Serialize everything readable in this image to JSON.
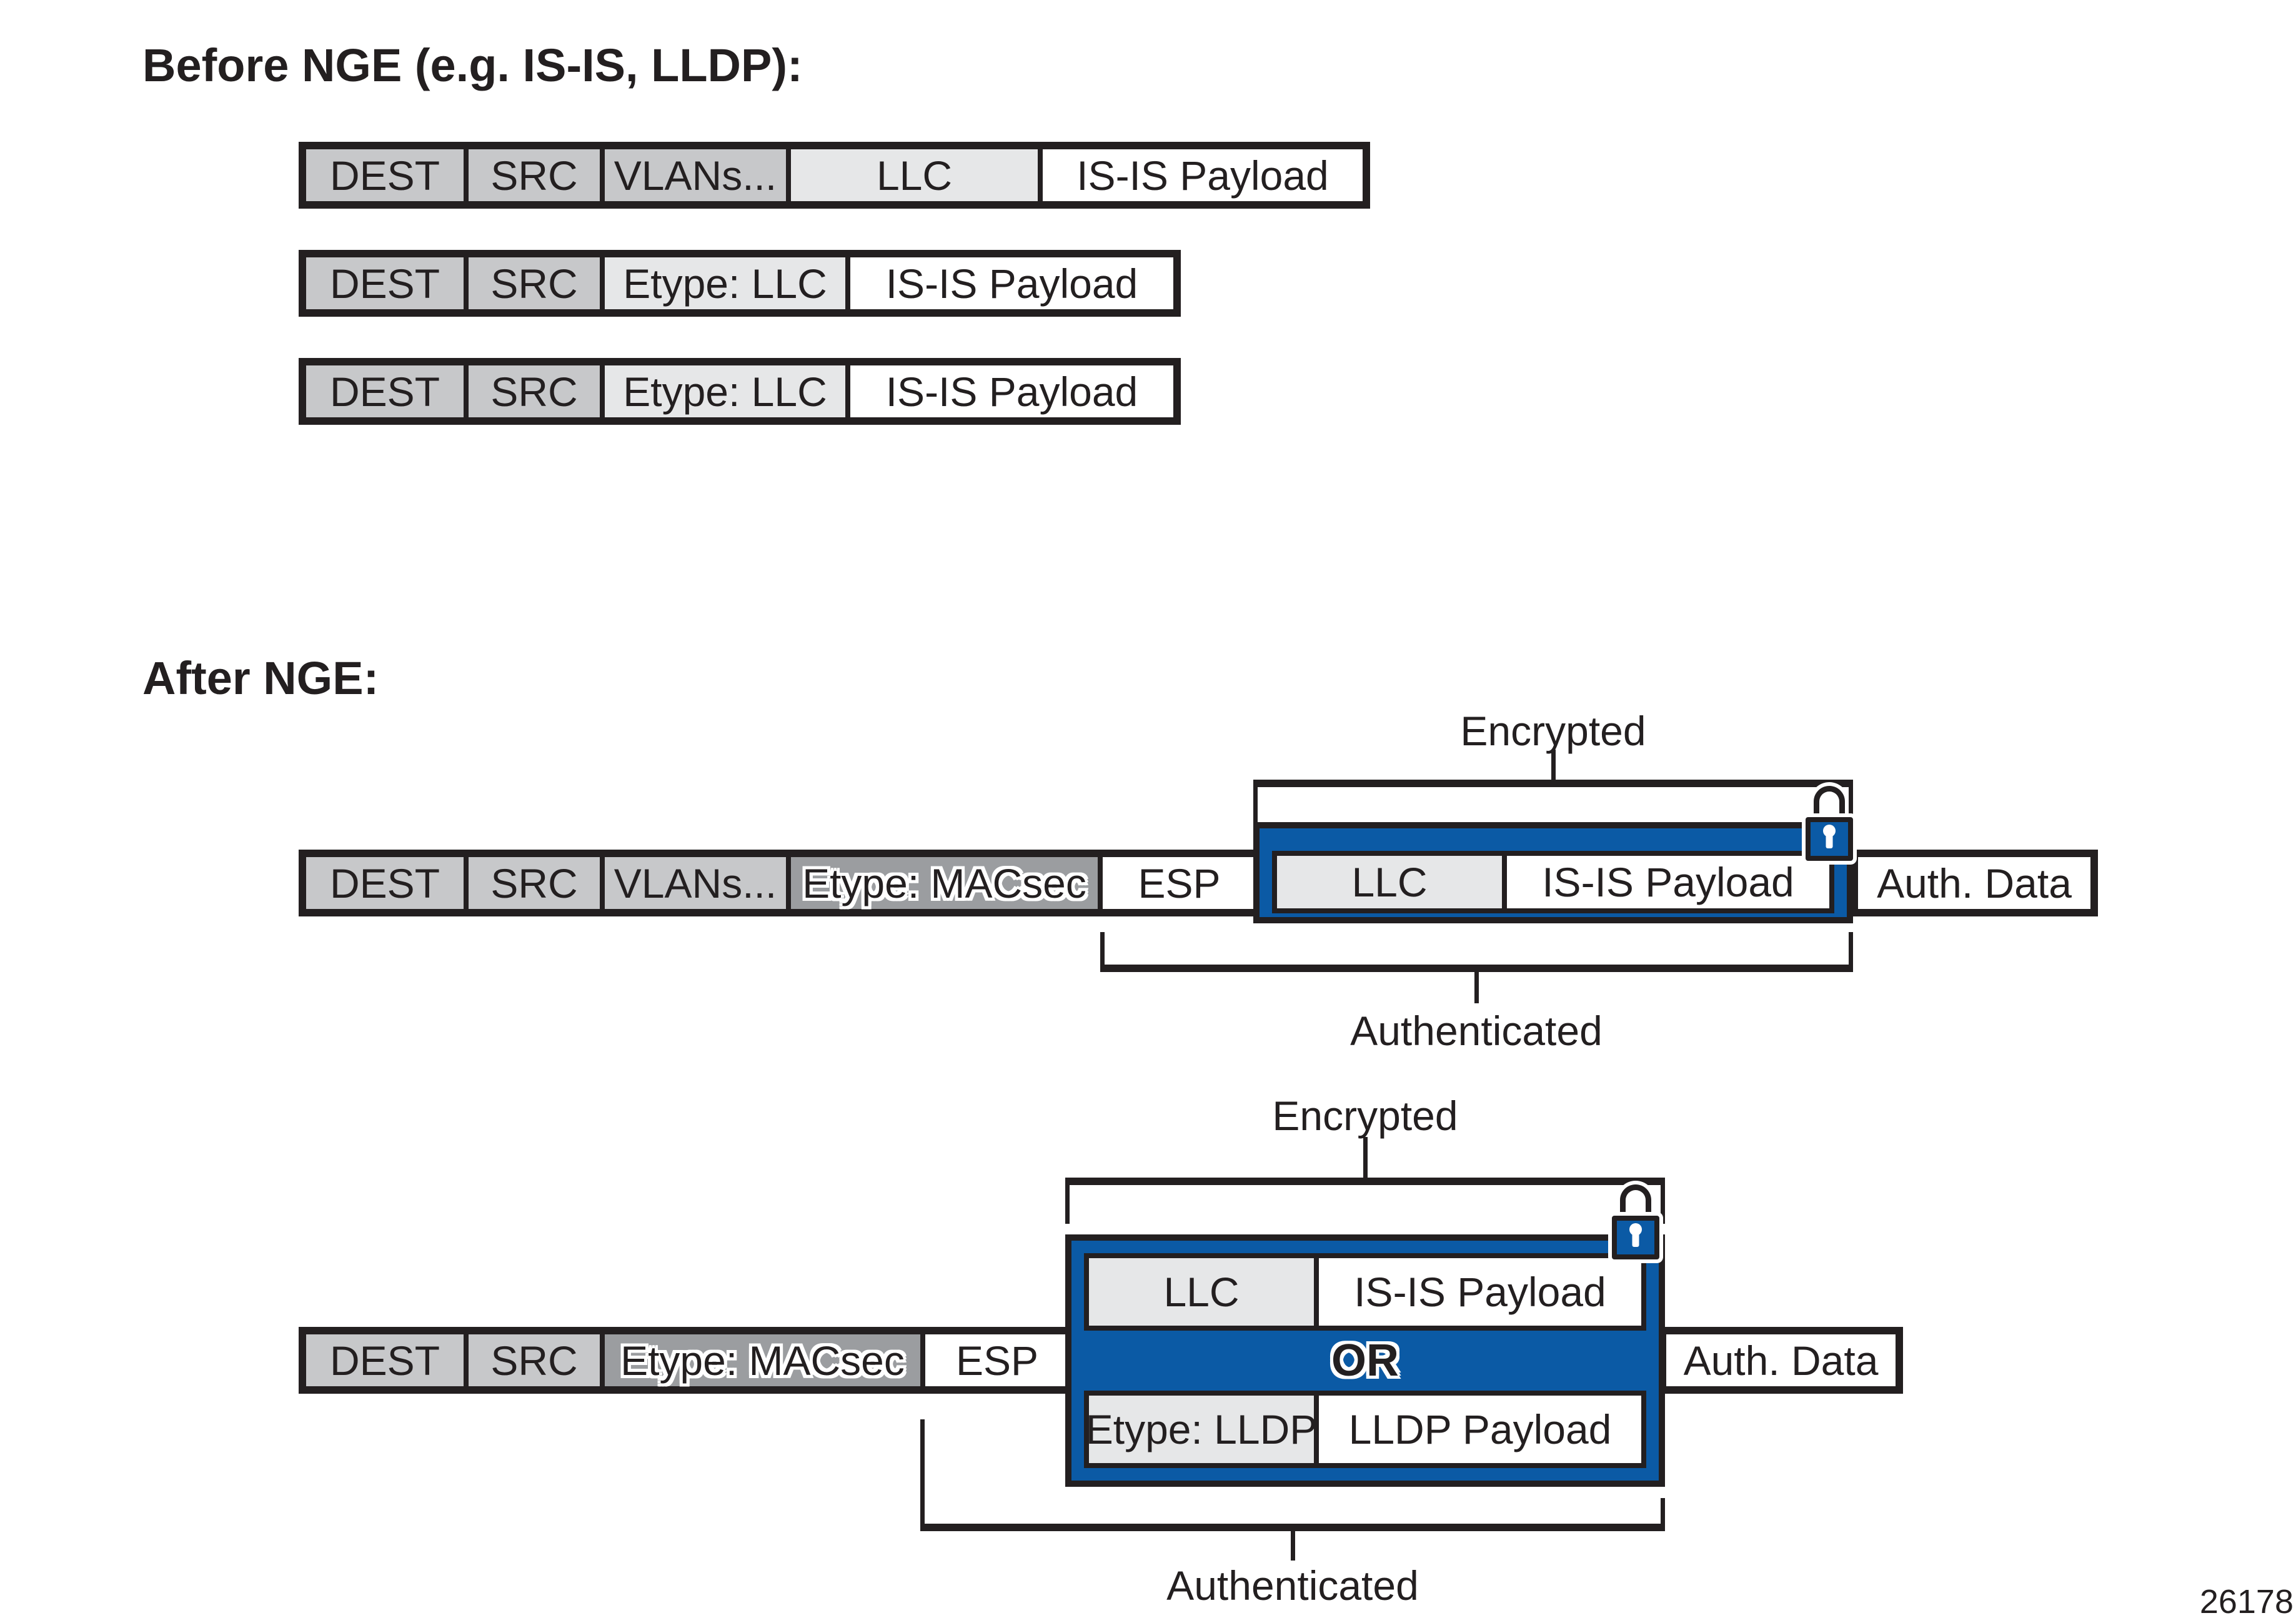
{
  "titles": {
    "before": "Before NGE (e.g. IS-IS, LLDP):",
    "after": "After NGE:"
  },
  "labels": {
    "encrypted": "Encrypted",
    "authenticated": "Authenticated",
    "or": "OR"
  },
  "figure_number": "26178",
  "colors": {
    "ink": "#231f20",
    "blue": "#0b5aa5",
    "gray": "#c7c8ca",
    "light_gray": "#e6e7e8",
    "dark_gray": "#9b9da0",
    "white": "#ffffff"
  },
  "icons": {
    "padlock": "padlock-icon"
  },
  "before": {
    "rows": [
      {
        "cells": [
          {
            "label": "DEST"
          },
          {
            "label": "SRC"
          },
          {
            "label": "VLANs..."
          },
          {
            "label": "LLC"
          },
          {
            "label": "IS-IS Payload"
          }
        ]
      },
      {
        "cells": [
          {
            "label": "DEST"
          },
          {
            "label": "SRC"
          },
          {
            "label": "Etype: LLC"
          },
          {
            "label": "IS-IS Payload"
          }
        ]
      },
      {
        "cells": [
          {
            "label": "DEST"
          },
          {
            "label": "SRC"
          },
          {
            "label": "Etype: LLC"
          },
          {
            "label": "IS-IS Payload"
          }
        ]
      }
    ]
  },
  "after_isis": {
    "row": {
      "cells": [
        {
          "label": "DEST"
        },
        {
          "label": "SRC"
        },
        {
          "label": "VLANs..."
        },
        {
          "label": "Etype: MACsec"
        },
        {
          "label": "ESP"
        },
        {
          "label": "Auth. Data"
        }
      ]
    },
    "encrypted_box": {
      "cells": [
        {
          "label": "LLC"
        },
        {
          "label": "IS-IS Payload"
        }
      ]
    }
  },
  "after_lldp": {
    "row": {
      "cells": [
        {
          "label": "DEST"
        },
        {
          "label": "SRC"
        },
        {
          "label": "Etype: MACsec"
        },
        {
          "label": "ESP"
        },
        {
          "label": "Auth. Data"
        }
      ]
    },
    "encrypted_box": {
      "top_cells": [
        {
          "label": "LLC"
        },
        {
          "label": "IS-IS Payload"
        }
      ],
      "bottom_cells": [
        {
          "label": "Etype: LLDP"
        },
        {
          "label": "LLDP Payload"
        }
      ]
    }
  }
}
